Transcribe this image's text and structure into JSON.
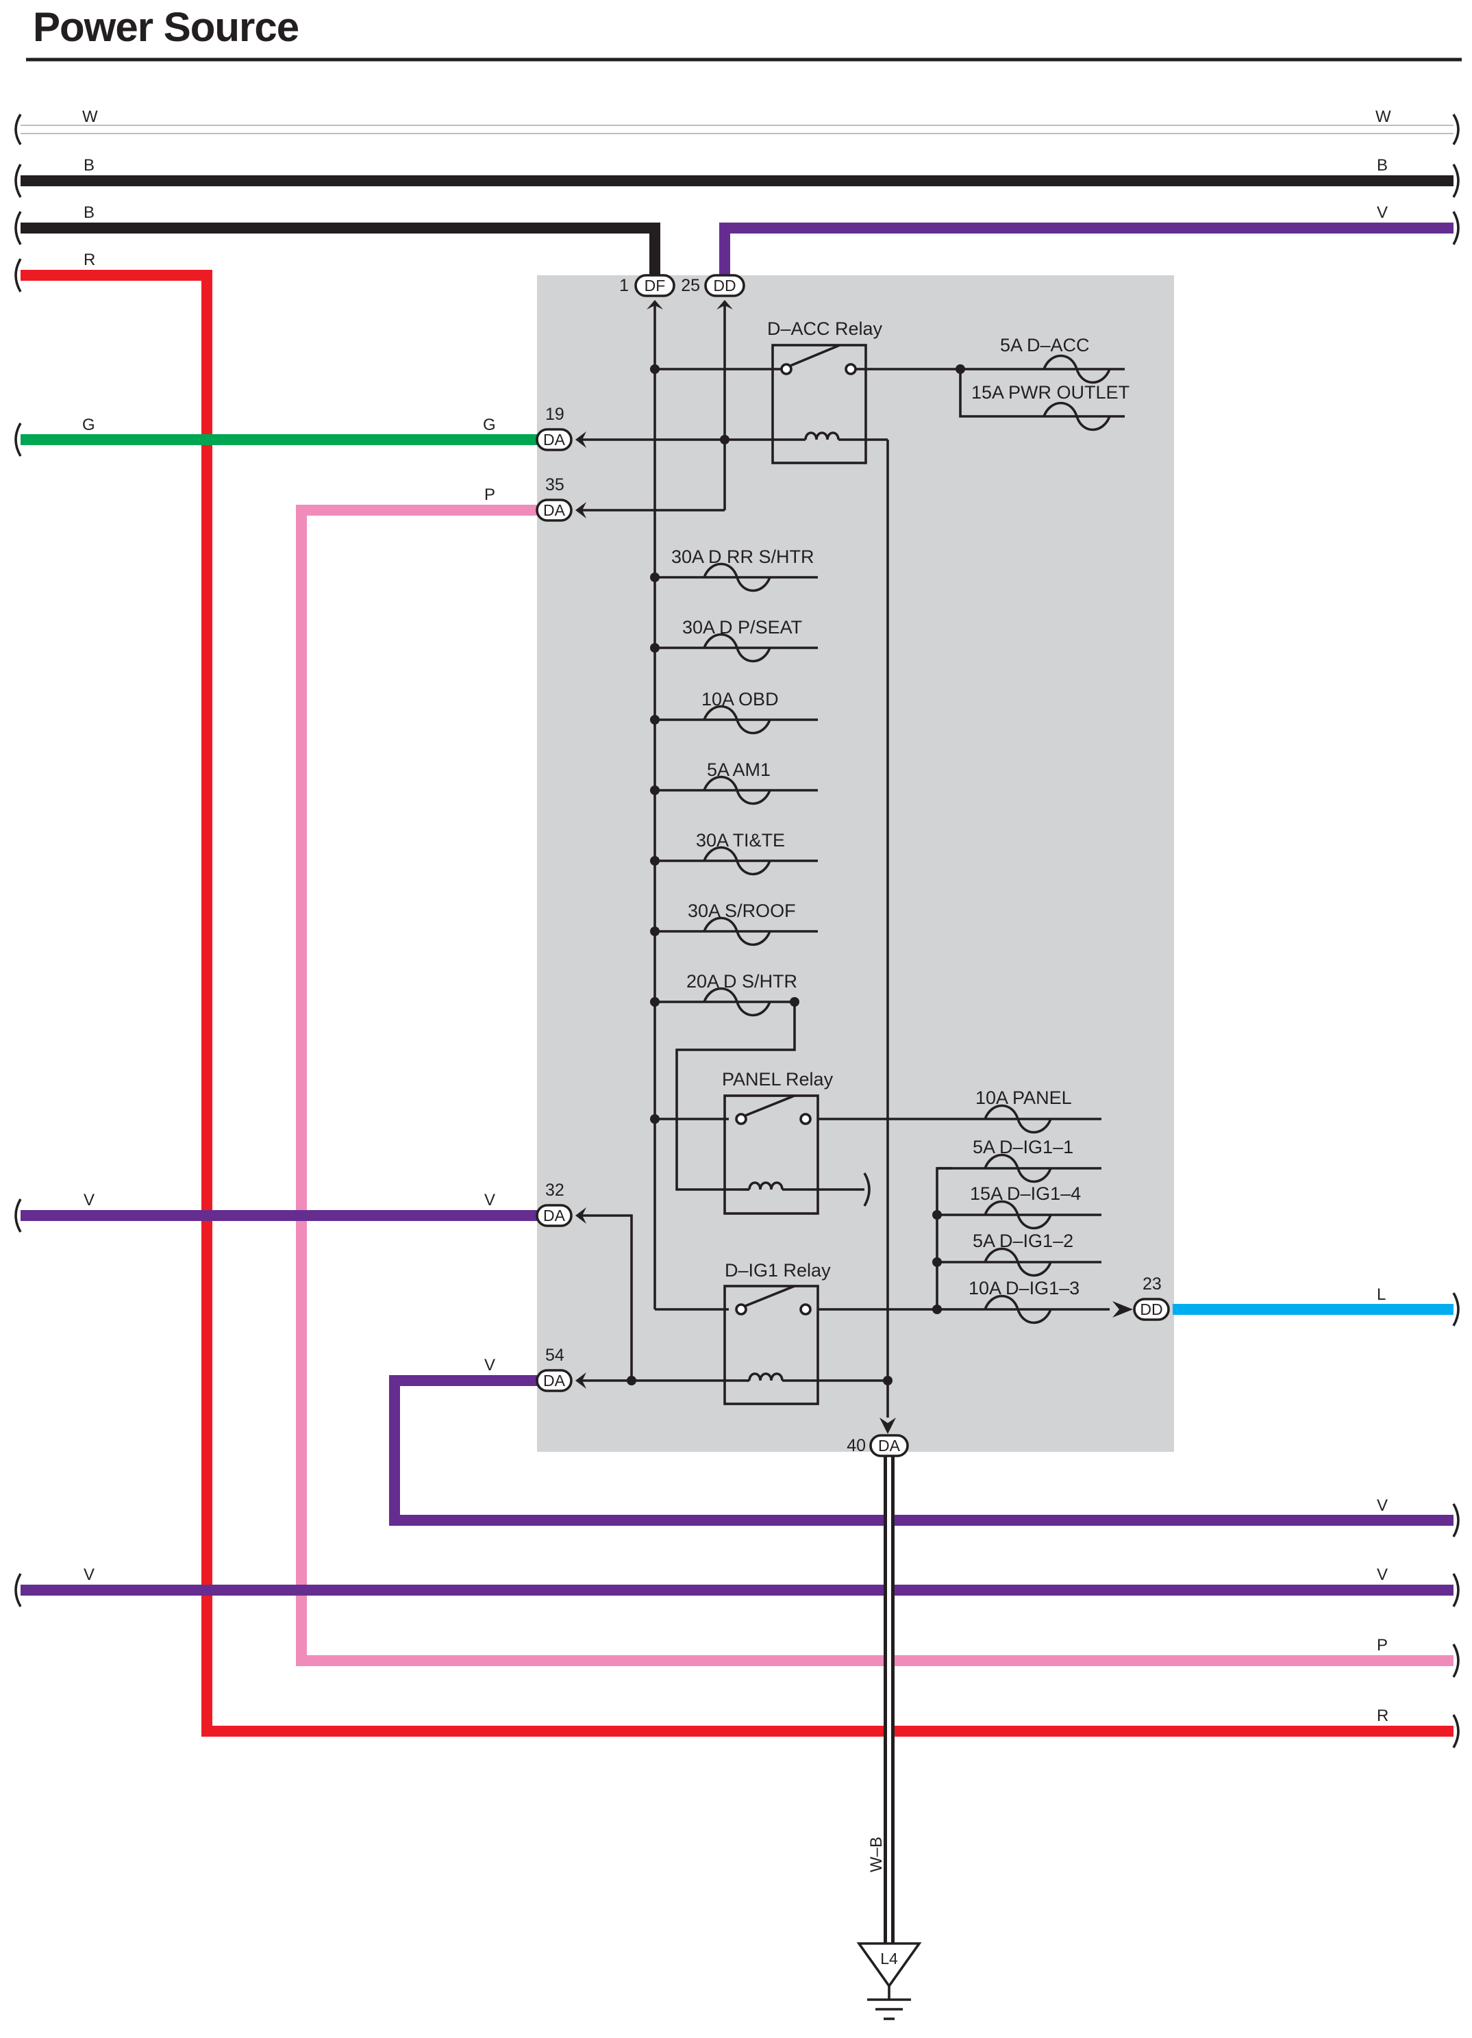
{
  "page_title": "Power Source",
  "colors": {
    "W": "#ffffff",
    "B": "#231f20",
    "V": "#662d91",
    "R": "#ed1c24",
    "G": "#00a651",
    "P": "#f08cba",
    "L": "#00aeef",
    "panel_bg": "#d1d3d4",
    "ink": "#231f20"
  },
  "wires": {
    "w_left": "W",
    "w_right": "W",
    "b1_left": "B",
    "b1_right": "B",
    "b2_left": "B",
    "v_top_right": "V",
    "r_left": "R",
    "g_left": "G",
    "g_inner": "G",
    "p_inner": "P",
    "v32_left": "V",
    "v32_inner": "V",
    "v54_inner": "V",
    "l_right": "L",
    "v_a_right": "V",
    "v_b_left": "V",
    "v_b_right": "V",
    "p_right": "P",
    "r_right": "R",
    "wb": "W–B"
  },
  "connectors": {
    "df1": {
      "pin": "1",
      "name": "DF"
    },
    "dd25": {
      "pin": "25",
      "name": "DD"
    },
    "da19": {
      "pin": "19",
      "name": "DA"
    },
    "da35": {
      "pin": "35",
      "name": "DA"
    },
    "da32": {
      "pin": "32",
      "name": "DA"
    },
    "da54": {
      "pin": "54",
      "name": "DA"
    },
    "dd23": {
      "pin": "23",
      "name": "DD"
    },
    "da40": {
      "pin": "40",
      "name": "DA"
    }
  },
  "relays": {
    "dacc": "D–ACC Relay",
    "panel": "PANEL Relay",
    "dig1": "D–IG1 Relay"
  },
  "fuses": {
    "d_acc": "5A D–ACC",
    "pwr_outlet": "15A PWR OUTLET",
    "d_rr_shtr": "30A D RR S/HTR",
    "d_pseat": "30A D P/SEAT",
    "obd": "10A OBD",
    "am1": "5A AM1",
    "tite": "30A TI&TE",
    "sroof": "30A S/ROOF",
    "d_shtr": "20A D S/HTR",
    "panel": "10A PANEL",
    "dig1_1": "5A D–IG1–1",
    "dig1_4": "15A D–IG1–4",
    "dig1_2": "5A D–IG1–2",
    "dig1_3": "10A D–IG1–3"
  },
  "ground": "L4"
}
